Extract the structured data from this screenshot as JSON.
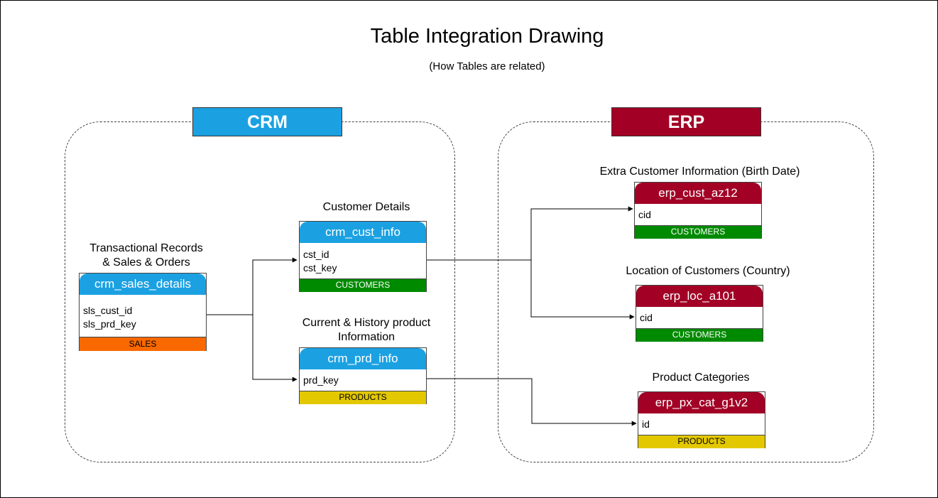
{
  "title": "Table Integration Drawing",
  "subtitle": "(How Tables are related)",
  "colors": {
    "crm": "#1ba1e2",
    "erp": "#a20025",
    "customers": "#008a00",
    "products": "#e3c800",
    "sales": "#fa6800"
  },
  "groups": {
    "crm": {
      "label": "CRM"
    },
    "erp": {
      "label": "ERP"
    }
  },
  "tables": {
    "crm_sales_details": {
      "caption": "Transactional Records\n& Sales & Orders",
      "name": "crm_sales_details",
      "fields": [
        "sls_cust_id",
        "sls_prd_key"
      ],
      "category": "SALES"
    },
    "crm_cust_info": {
      "caption": "Customer Details",
      "name": "crm_cust_info",
      "fields": [
        "cst_id",
        "cst_key"
      ],
      "category": "CUSTOMERS"
    },
    "crm_prd_info": {
      "caption": "Current & History product\nInformation",
      "name": "crm_prd_info",
      "fields": [
        "prd_key"
      ],
      "category": "PRODUCTS"
    },
    "erp_cust_az12": {
      "caption": "Extra Customer Information (Birth Date)",
      "name": "erp_cust_az12",
      "fields": [
        "cid"
      ],
      "category": "CUSTOMERS"
    },
    "erp_loc_a101": {
      "caption": "Location of Customers (Country)",
      "name": "erp_loc_a101",
      "fields": [
        "cid"
      ],
      "category": "CUSTOMERS"
    },
    "erp_px_cat_g1v2": {
      "caption": "Product Categories",
      "name": "erp_px_cat_g1v2",
      "fields": [
        "id"
      ],
      "category": "PRODUCTS"
    }
  },
  "connections": [
    {
      "from": "crm_sales_details",
      "to": "crm_cust_info"
    },
    {
      "from": "crm_sales_details",
      "to": "crm_prd_info"
    },
    {
      "from": "crm_cust_info",
      "to": "erp_cust_az12"
    },
    {
      "from": "crm_cust_info",
      "to": "erp_loc_a101"
    },
    {
      "from": "crm_prd_info",
      "to": "erp_px_cat_g1v2"
    }
  ]
}
